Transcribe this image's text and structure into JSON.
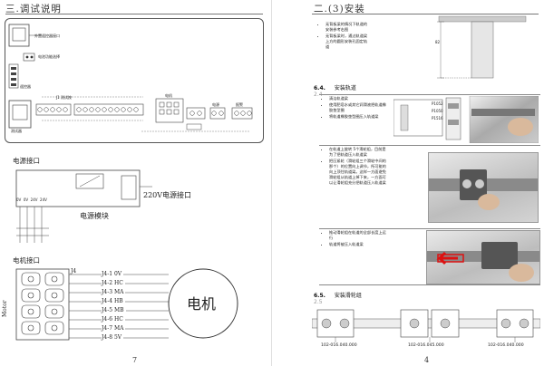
{
  "left_page": {
    "section_title": "三.调试说明",
    "board": {
      "labels_top": [
        "外置遥控器接口",
        "电池功能选择",
        "遥控器"
      ],
      "port_label": "测试器",
      "mid_label": "J1 测试按",
      "bottom_right_labels": [
        "电机",
        "电源",
        "报警"
      ]
    },
    "power": {
      "section_label": "电源接口",
      "module_label": "电源模块",
      "ac_label": "220V电源接口",
      "terminal_labels": [
        "0V",
        "0V",
        "24V",
        "24V"
      ]
    },
    "motor": {
      "section_label": "电机接口",
      "side_label": "Motor",
      "connector_label": "J4",
      "pins": [
        "J4-1  0V",
        "J4-2  HC",
        "J4-3  MA",
        "J4-4  HB",
        "J4-5  MB",
        "J4-6  HC",
        "J4-7  MA",
        "J4-8  5V"
      ],
      "motor_label": "电机"
    },
    "page_number": "7"
  },
  "right_page": {
    "section_title": "二.(3)安装",
    "top_notes": [
      "无背板梁的情况下轨道的安装参考右图",
      "无背板梁时，通过轨道梁上方的圆形安装孔固定轨道"
    ],
    "dim_label": "82",
    "s64": {
      "num": "6.4.",
      "title": "安装轨道",
      "sub": "2.4",
      "steps": [
        [
          "清洁轨道梁",
          "使用肥皂水或其它润滑液把轨道橡胶垫型圈",
          "将轨道橡胶垫型圈压入轨道梁"
        ],
        [
          "在轨道上旋转 5个滑轮组，目前是为了把轨道压入轨道梁",
          "把压紧轮（滑轮组三个滑轮中间的那个）的位置向上调节，所可能的向上顶住轨道梁。这样一方面避免滑轮组从轨道上掉下来，一方面可以让滑轮组充分把轨道压入轨道梁"
        ],
        [
          "推动滑轮组在轨道的全部长度上运行",
          "轨道将被压入轨道梁"
        ]
      ],
      "part_labels": [
        "P1052",
        "P1050",
        "P1516"
      ]
    },
    "s65": {
      "num": "6.5.",
      "title": "安装滑轮组",
      "sub": "2.5",
      "part_numbers": [
        "102-016.040.000",
        "102-016.045.000",
        "102-016.040.000"
      ]
    },
    "page_number": "4"
  }
}
